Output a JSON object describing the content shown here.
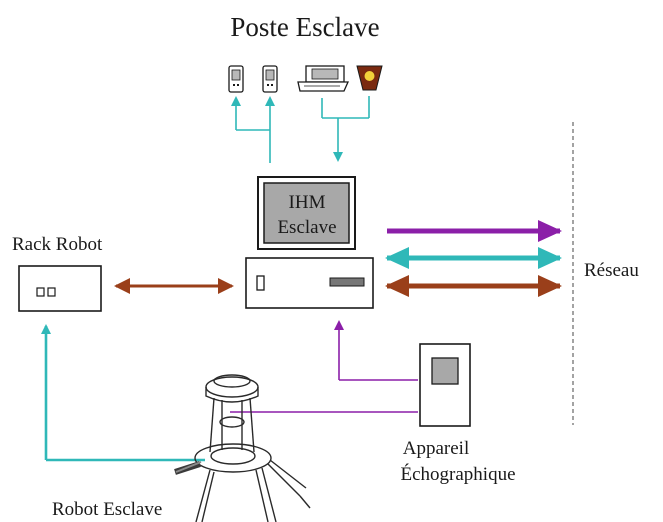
{
  "labels": {
    "title": "Poste Esclave",
    "ihm_line1": "IHM",
    "ihm_line2": "Esclave",
    "rack_robot": "Rack Robot",
    "reseau": "Réseau",
    "appareil_line1": "Appareil",
    "appareil_line2": "Échographique",
    "robot_esclave": "Robot Esclave"
  },
  "colors": {
    "teal": "#2fb8b8",
    "purple": "#8b1fa8",
    "brown": "#9a3f1a",
    "outline": "#1a1a1a",
    "screen_gray": "#a8a8a8",
    "dashed": "#666666"
  },
  "icons": [
    "pda-icon",
    "pda-icon",
    "workstation-icon",
    "pot-icon",
    "screen-icon",
    "robot-arm-icon"
  ]
}
